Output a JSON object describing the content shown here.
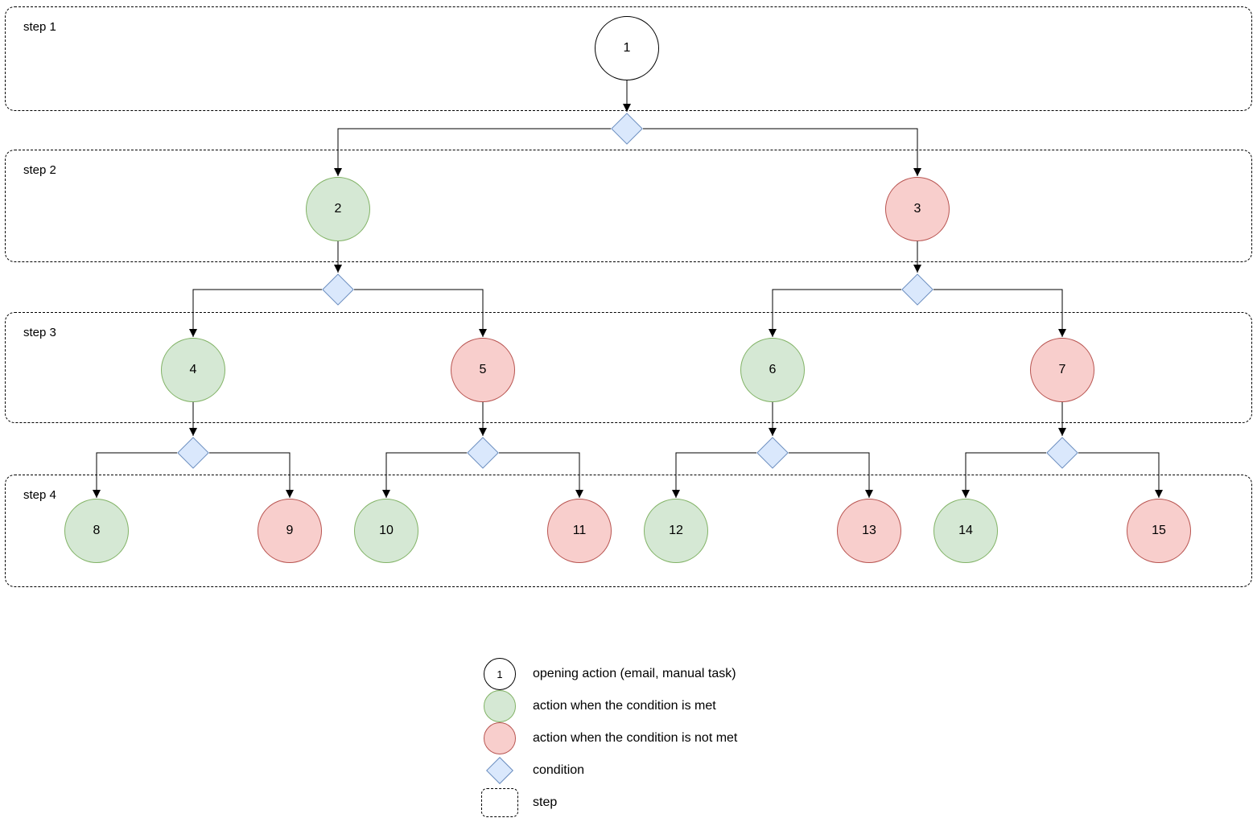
{
  "colors": {
    "met_fill": "#d5e8d4",
    "met_stroke": "#82b366",
    "not_met_fill": "#f8cecc",
    "not_met_stroke": "#b85450",
    "condition_fill": "#dae8fc",
    "condition_stroke": "#6c8ebf",
    "opening_fill": "#ffffff",
    "opening_stroke": "#000000"
  },
  "steps": [
    {
      "label": "step 1",
      "nodes": [
        "1"
      ]
    },
    {
      "label": "step 2",
      "nodes": [
        "2",
        "3"
      ]
    },
    {
      "label": "step 3",
      "nodes": [
        "4",
        "5",
        "6",
        "7"
      ]
    },
    {
      "label": "step 4",
      "nodes": [
        "8",
        "9",
        "10",
        "11",
        "12",
        "13",
        "14",
        "15"
      ]
    }
  ],
  "nodes": [
    {
      "label": "1",
      "type": "opening"
    },
    {
      "label": "2",
      "type": "met"
    },
    {
      "label": "3",
      "type": "not_met"
    },
    {
      "label": "4",
      "type": "met"
    },
    {
      "label": "5",
      "type": "not_met"
    },
    {
      "label": "6",
      "type": "met"
    },
    {
      "label": "7",
      "type": "not_met"
    },
    {
      "label": "8",
      "type": "met"
    },
    {
      "label": "9",
      "type": "not_met"
    },
    {
      "label": "10",
      "type": "met"
    },
    {
      "label": "11",
      "type": "not_met"
    },
    {
      "label": "12",
      "type": "met"
    },
    {
      "label": "13",
      "type": "not_met"
    },
    {
      "label": "14",
      "type": "met"
    },
    {
      "label": "15",
      "type": "not_met"
    }
  ],
  "edges": [
    {
      "from": "1",
      "condition_met": "2",
      "condition_not_met": "3"
    },
    {
      "from": "2",
      "condition_met": "4",
      "condition_not_met": "5"
    },
    {
      "from": "3",
      "condition_met": "6",
      "condition_not_met": "7"
    },
    {
      "from": "4",
      "condition_met": "8",
      "condition_not_met": "9"
    },
    {
      "from": "5",
      "condition_met": "10",
      "condition_not_met": "11"
    },
    {
      "from": "6",
      "condition_met": "12",
      "condition_not_met": "13"
    },
    {
      "from": "7",
      "condition_met": "14",
      "condition_not_met": "15"
    }
  ],
  "legend": {
    "items": [
      {
        "id": "opening",
        "symbol": "circle-outline",
        "symbol_text": "1",
        "label": "opening action (email, manual task)"
      },
      {
        "id": "met",
        "symbol": "circle-green",
        "label": "action when the condition is met"
      },
      {
        "id": "not_met",
        "symbol": "circle-red",
        "label": "action when the condition is not met"
      },
      {
        "id": "condition",
        "symbol": "diamond-blue",
        "label": "condition"
      },
      {
        "id": "step",
        "symbol": "dashed-box",
        "label": "step"
      }
    ]
  }
}
